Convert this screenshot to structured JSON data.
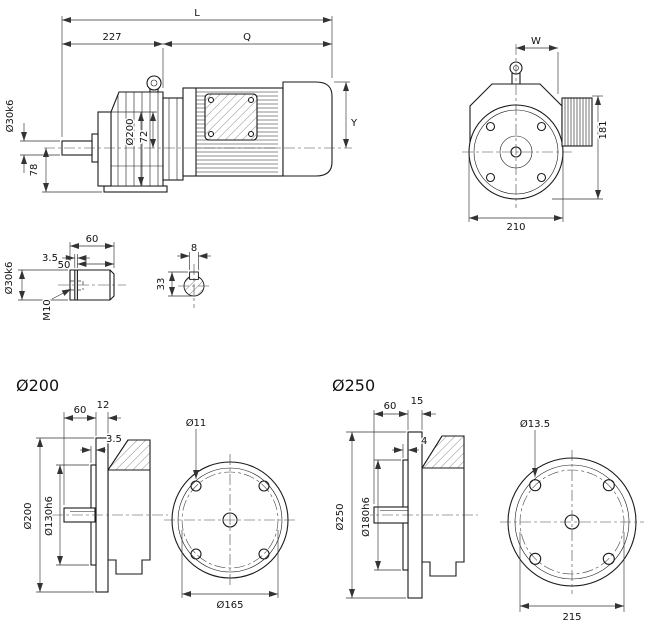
{
  "page": {
    "background": "#ffffff",
    "line_color": "#1a1a1a"
  },
  "side_view": {
    "dims": {
      "overall_length": "L",
      "gear_unit_length": "227",
      "motor_length": "Q",
      "shaft_diameter": "Ø30k6",
      "flange_diameter": "Ø200",
      "center_to_top": "72",
      "center_to_base": "78",
      "overall_height": "Y"
    }
  },
  "end_view": {
    "dims": {
      "top_width": "W",
      "side_height": "181",
      "overall_width": "210"
    }
  },
  "shaft_detail": {
    "dims": {
      "length": "60",
      "diameter": "Ø30k6",
      "groove_width": "3.5",
      "usable_length": "50",
      "tapped_hole": "M10"
    }
  },
  "key_section": {
    "dims": {
      "key_width": "8",
      "bore_with_keyway": "33"
    }
  },
  "flange_200": {
    "title": "Ø200",
    "dims": {
      "shaft_length": "60",
      "flange_thickness": "12",
      "spigot_depth": "3.5",
      "bolt_hole": "Ø11",
      "outer_diameter": "Ø200",
      "spigot_diameter": "Ø130h6",
      "bolt_circle": "Ø165"
    }
  },
  "flange_250": {
    "title": "Ø250",
    "dims": {
      "shaft_length": "60",
      "flange_thickness": "15",
      "spigot_depth": "4",
      "bolt_hole": "Ø13.5",
      "outer_diameter": "Ø250",
      "spigot_diameter": "Ø180h6",
      "bolt_circle": "215"
    }
  }
}
